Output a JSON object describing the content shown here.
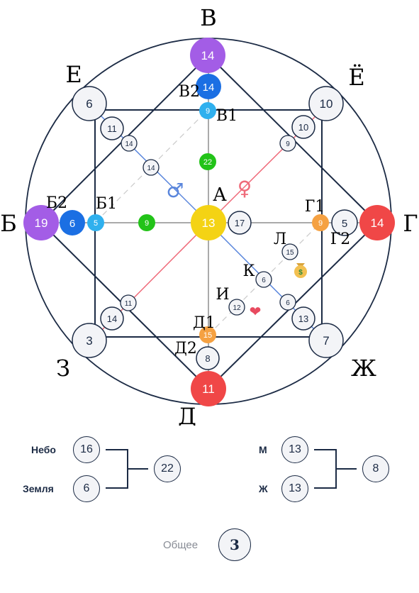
{
  "outer_labels": {
    "V": "В",
    "B": "Б",
    "G": "Г",
    "D": "Д",
    "E": "Е",
    "Yo": "Ё",
    "Z": "З",
    "Zh": "Ж"
  },
  "inner_labels": {
    "V2": "В2",
    "V1": "В1",
    "B2": "Б2",
    "B1": "Б1",
    "G1": "Г1",
    "G2": "Г2",
    "D1": "Д1",
    "D2": "Д2",
    "A": "А",
    "L": "Л",
    "K": "К",
    "I": "И"
  },
  "symbols": {
    "male": "♂",
    "female": "♀",
    "money": "$",
    "heart": "❤"
  },
  "colors": {
    "purple": "#a35de6",
    "blue": "#1b6fe3",
    "light_blue": "#2fb0ee",
    "green": "#22c318",
    "yellow": "#f4d314",
    "red": "#f04747",
    "orange": "#f5a142",
    "navy": "#1c2b45",
    "male_line": "#5a86dc",
    "female_line": "#ef6b7a"
  },
  "values": {
    "top": "14",
    "v2": "14",
    "v1": "9",
    "center_top": "22",
    "left": "19",
    "b2": "6",
    "b1": "5",
    "center_left": "9",
    "center": "13",
    "center_right": "17",
    "g1": "9",
    "g2": "5",
    "right": "14",
    "bottom": "11",
    "d1": "15",
    "d2": "8",
    "e": "6",
    "yo": "10",
    "z": "3",
    "zh": "7",
    "e_inner": "11",
    "yo_inner": "10",
    "z_inner": "14",
    "zh_inner": "13",
    "tl_mid": "14",
    "tl_inner": "14",
    "tr_mid": "9",
    "bl_mid": "11",
    "br_mid": "6",
    "k": "6",
    "l": "15",
    "i": "12"
  },
  "sums": {
    "sky_label": "Небо",
    "sky_value": "16",
    "earth_label": "Земля",
    "earth_value": "6",
    "sky_earth_total": "22",
    "m_label": "М",
    "m_value": "13",
    "zh_label": "Ж",
    "zh_value": "13",
    "mf_total": "8",
    "total_label": "Общее",
    "total_value": "3"
  }
}
